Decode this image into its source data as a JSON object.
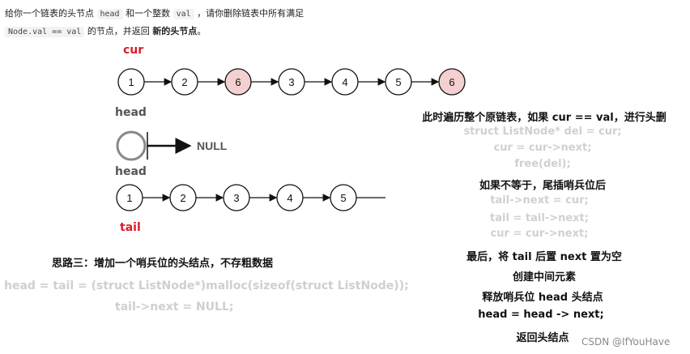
{
  "intro": {
    "line1_pre": "给你一个链表的头节点",
    "line1_code1": "head",
    "line1_mid": "和一个整数",
    "line1_code2": "val",
    "line1_post": "，请你删除链表中所有满足",
    "line2_code": "Node.val == val",
    "line2_mid": "的节点，并返回",
    "line2_bold": "新的头节点",
    "line2_end": "。"
  },
  "list1": {
    "pointer_label": "cur",
    "nodes": [
      "1",
      "2",
      "6",
      "3",
      "4",
      "5",
      "6"
    ],
    "highlighted": [
      2,
      6
    ]
  },
  "head_sentinel": {
    "label": "head",
    "null_text": "NULL"
  },
  "list2": {
    "head_label": "head",
    "tail_label": "tail",
    "nodes": [
      "1",
      "2",
      "3",
      "4",
      "5"
    ]
  },
  "left_notes": {
    "idea_title": "思路三：增加一个哨兵位的头结点，不存粗数据",
    "code1": "head = tail = (struct ListNode*)malloc(sizeof(struct ListNode));",
    "code2": "tail->next = NULL;"
  },
  "right_notes": {
    "line1": "此时遍历整个原链表，如果 cur == val，进行头删",
    "code1": "struct ListNode* del = cur;",
    "code2": "cur = cur->next;",
    "code3": "free(del);",
    "line2": "如果不等于，尾插哨兵位后",
    "code4": "tail->next = cur;",
    "code5": "tail = tail->next;",
    "code6": "cur = cur->next;",
    "line3": "最后，将 tail 后置 next 置为空",
    "line4": "创建中间元素",
    "line5": "释放哨兵位 head 头结点",
    "line6": "head = head -> next;",
    "line7": "返回头结点"
  },
  "watermark": "CSDN @IfYouHave",
  "colors": {
    "node_fill": "#ffffff",
    "node_highlight": "#f5d0d0",
    "stroke": "#111111",
    "label_red": "#d81e2a",
    "faint_text": "#cfcfcf"
  }
}
